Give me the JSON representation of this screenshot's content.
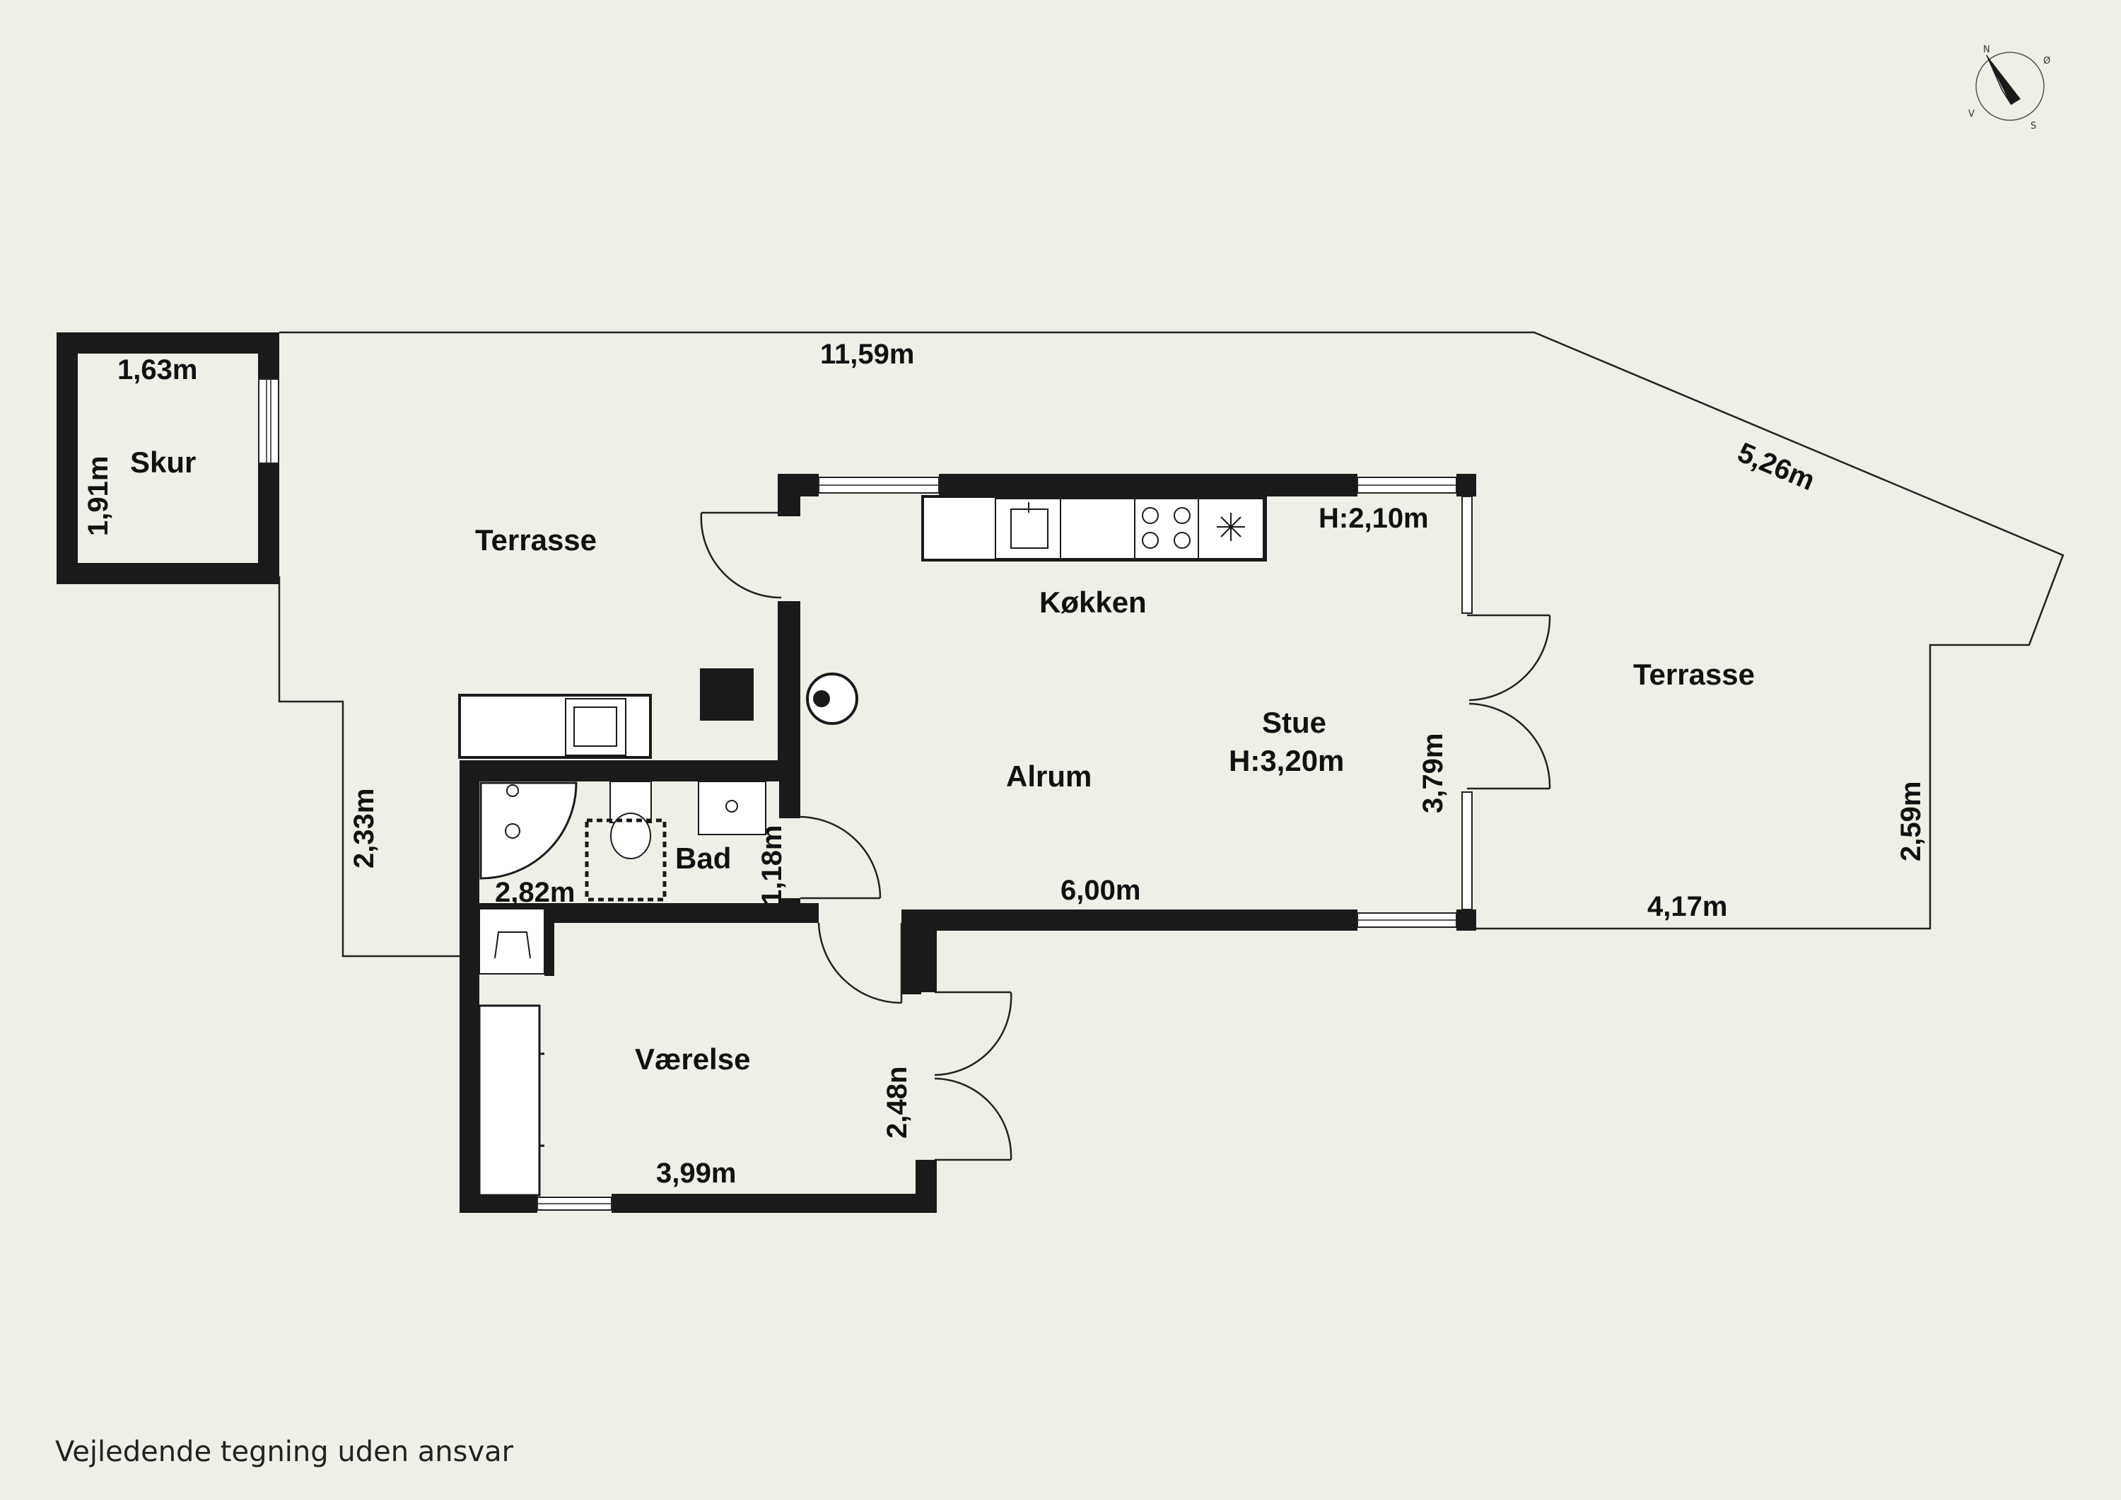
{
  "compass": {
    "n": "N",
    "e": "Ø",
    "s": "S",
    "w": "V"
  },
  "rooms": {
    "skur": "Skur",
    "terrasse_left": "Terrasse",
    "koekken": "Køkken",
    "stue": "Stue",
    "stue_height": "H:3,20m",
    "alrum": "Alrum",
    "terrasse_right": "Terrasse",
    "bad": "Bad",
    "vaerelse": "Værelse"
  },
  "dimensions": {
    "skur_width": "1,63m",
    "skur_height": "1,91m",
    "terrace_top": "11,59m",
    "terrace_diagonal": "5,26m",
    "window_height": "H:2,10m",
    "terrace_left_side": "2,33m",
    "bath_width": "2,82m",
    "bath_depth": "1,18m",
    "living_width": "6,00m",
    "living_depth": "3,79m",
    "terrace_right_width": "4,17m",
    "terrace_right_side": "2,59m",
    "room_depth": "2,48n",
    "room_width": "3,99m"
  },
  "disclaimer": "Vejledende tegning uden ansvar",
  "colors": {
    "background": "#f0efe7",
    "wall": "#1a1a1a",
    "line": "#222222",
    "window": "#ffffff"
  }
}
